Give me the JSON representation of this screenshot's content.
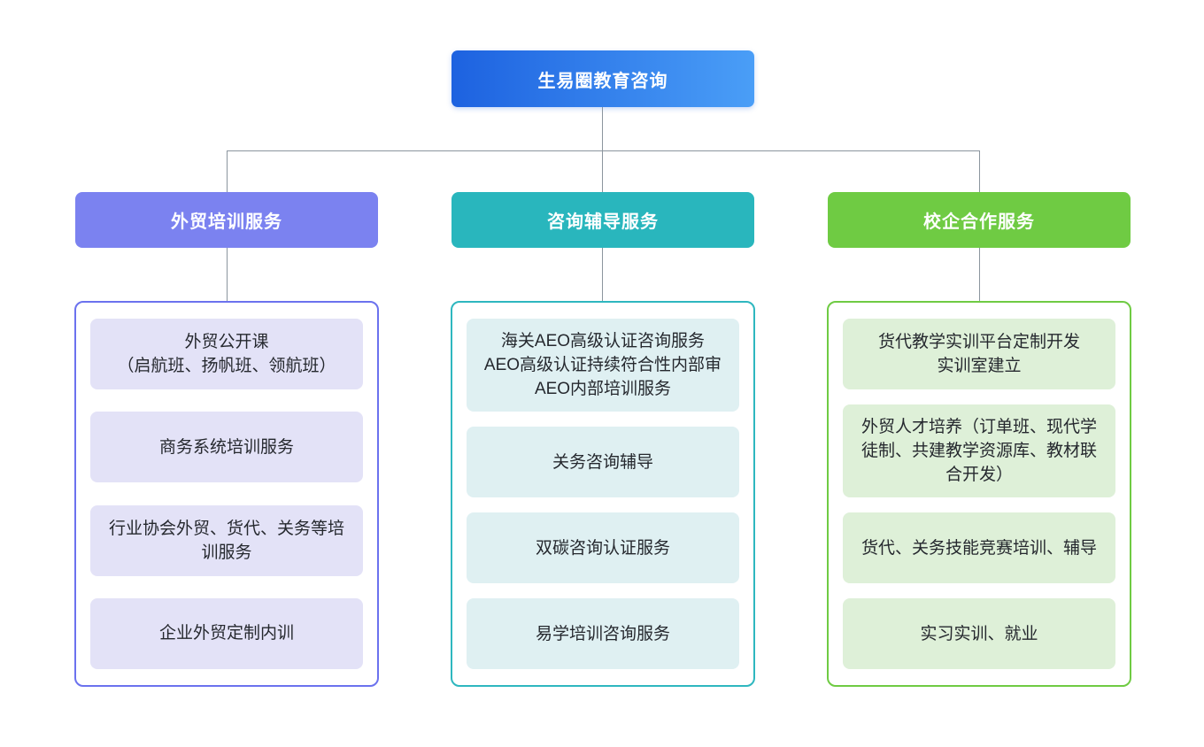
{
  "title": {
    "label": "生易圈教育咨询"
  },
  "colors": {
    "title_gradient_start": "#1d62e0",
    "title_gradient_end": "#4a9ef7",
    "connector": "#8b959e",
    "text": "#25282e"
  },
  "columns": [
    {
      "id": "trade-training",
      "label": "外贸培训服务",
      "accent": "#7b82f0",
      "border": "#6b72ee",
      "item_bg": "#e3e2f7",
      "items": [
        {
          "lines": [
            "外贸公开课",
            "（启航班、扬帆班、领航班）"
          ]
        },
        {
          "lines": [
            "商务系统培训服务"
          ]
        },
        {
          "lines": [
            "行业协会外贸、货代、关务等培训服务"
          ]
        },
        {
          "lines": [
            "企业外贸定制内训"
          ]
        }
      ]
    },
    {
      "id": "consulting-coaching",
      "label": "咨询辅导服务",
      "accent": "#29b6bd",
      "border": "#2eb7bf",
      "item_bg": "#dff0f2",
      "items": [
        {
          "lines": [
            "海关AEO高级认证咨询服务",
            "AEO高级认证持续符合性内部审",
            "AEO内部培训服务"
          ]
        },
        {
          "lines": [
            "关务咨询辅导"
          ]
        },
        {
          "lines": [
            "双碳咨询认证服务"
          ]
        },
        {
          "lines": [
            "易学培训咨询服务"
          ]
        }
      ]
    },
    {
      "id": "school-enterprise",
      "label": "校企合作服务",
      "accent": "#6fcb43",
      "border": "#6fcb43",
      "item_bg": "#def0d8",
      "items": [
        {
          "lines": [
            "货代教学实训平台定制开发",
            "实训室建立"
          ]
        },
        {
          "lines": [
            "外贸人才培养（订单班、现代学徒制、共建教学资源库、教材联合开发）"
          ]
        },
        {
          "lines": [
            "货代、关务技能竞赛培训、辅导"
          ]
        },
        {
          "lines": [
            "实习实训、就业"
          ]
        }
      ]
    }
  ]
}
